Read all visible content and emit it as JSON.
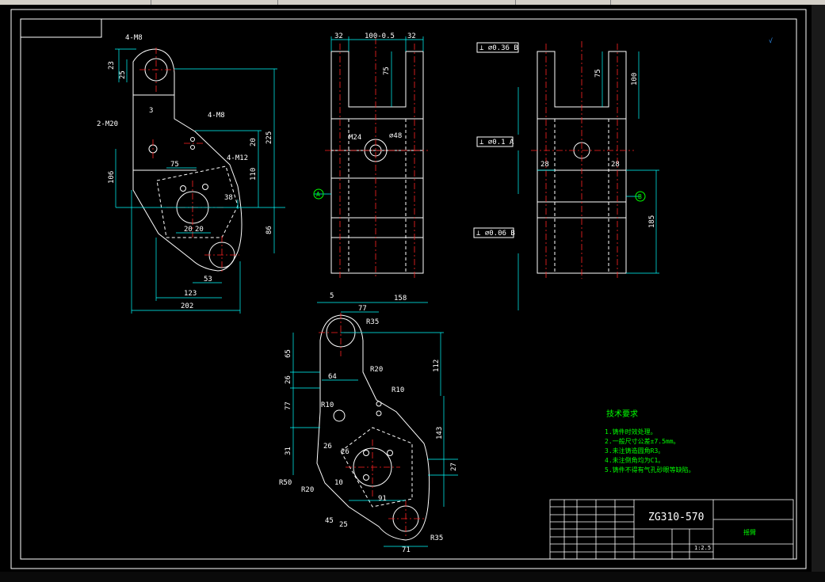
{
  "drawing": {
    "title_block": {
      "drawing_number": "ZG310-570",
      "part_name": "摇臂",
      "scale": "1:2.5"
    },
    "technical_requirements": {
      "heading": "技术要求",
      "items": [
        "1.铸件时效处理。",
        "2.一般尺寸公差±7.5mm。",
        "3.未注铸造圆角R3。",
        "4.未注倒角均为C1。",
        "5.铸件不得有气孔砂眼等缺陷。"
      ]
    },
    "callouts": {
      "hole_m8_a": "4-M8",
      "hole_m20": "2-M20",
      "hole_m8_b": "4-M8",
      "hole_m12": "4-M12",
      "datum_a": "A",
      "datum_b": "B",
      "tol_1": "⊥ ⌀0.36 B",
      "tol_2": "⊥ ⌀0.1 A",
      "tol_3": "⊥ ⌀0.06 B",
      "dia_m24": "M24",
      "dia_48": "⌀48"
    },
    "dims_view1": [
      "23",
      "25",
      "3",
      "75",
      "20",
      "225",
      "110",
      "106",
      "38",
      "20",
      "20",
      "86",
      "53",
      "123",
      "202"
    ],
    "dims_view2": [
      "32",
      "100-0.5",
      "32",
      "75"
    ],
    "dims_view3": [
      "75",
      "100",
      "28",
      "185",
      "28"
    ],
    "dims_view4": [
      "5",
      "77",
      "158",
      "R35",
      "65",
      "112",
      "R20",
      "64",
      "26",
      "R10",
      "R10",
      "77",
      "143",
      "26",
      "31",
      "26",
      "27",
      "R50",
      "R20",
      "10",
      "91",
      "45",
      "25",
      "71",
      "R35"
    ]
  }
}
